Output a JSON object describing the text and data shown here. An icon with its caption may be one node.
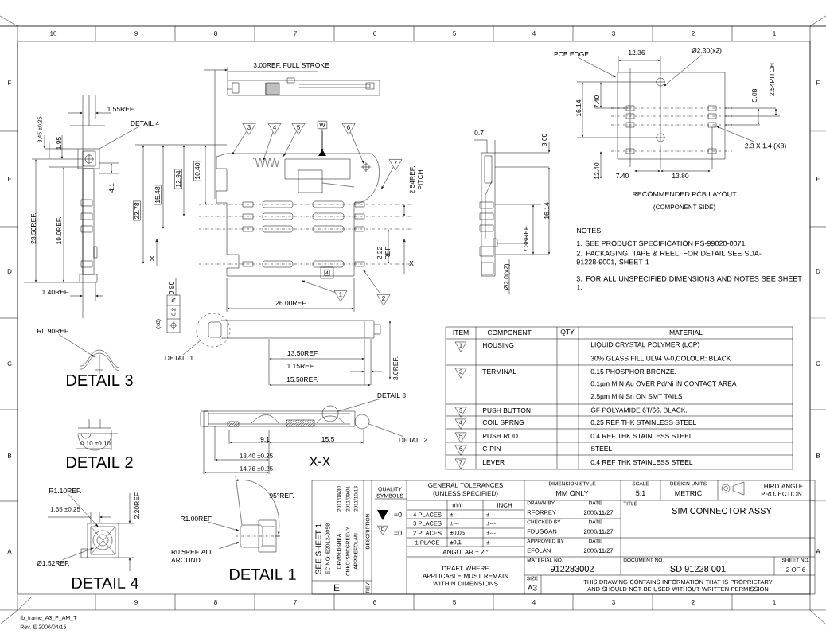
{
  "diagram": {
    "nodes": [
      {
        "text": [
          "3"
        ]
      },
      {
        "text": [
          "4"
        ]
      },
      {
        "text": [
          "5"
        ]
      },
      {
        "text": [
          "W"
        ]
      },
      {
        "text": [
          "6"
        ]
      },
      {
        "text": [
          "7"
        ]
      },
      {
        "text": [
          "1"
        ]
      },
      {
        "text": [
          "2"
        ]
      },
      {
        "text": [
          "DETAIL 4"
        ]
      },
      {
        "text": [
          "DETAIL 1"
        ]
      },
      {
        "text": [
          "DETAIL 3"
        ]
      },
      {
        "text": [
          "DETAIL 2"
        ]
      },
      {
        "text": [
          "PCB EDGE"
        ]
      },
      {
        "text": [
          "Ø2,30(x2)"
        ]
      },
      {
        "text": [
          "2.3 X 1.4 (X8)"
        ]
      },
      {
        "text": [
          "R0.90REF."
        ]
      },
      {
        "text": [
          "R1.10REF."
        ]
      },
      {
        "text": [
          "Ø1.52REF."
        ]
      },
      {
        "text": [
          "R1.00REF."
        ]
      },
      {
        "text": [
          "R0.5REF ALL AROUND"
        ]
      },
      {
        "text": [],
        "shape": "circle"
      },
      {
        "text": [],
        "shape": "circle"
      },
      {
        "text": [],
        "shape": "circle"
      },
      {
        "text": [],
        "shape": "picture"
      }
    ],
    "edges": [
      {
        "from": 0,
        "to": null,
        "arrow": "to"
      },
      {
        "from": 1,
        "to": null,
        "arrow": "to"
      },
      {
        "from": 2,
        "to": null,
        "arrow": "to"
      },
      {
        "from": 3,
        "to": null,
        "arrow": "to"
      },
      {
        "from": 4,
        "to": null,
        "arrow": "to"
      },
      {
        "from": 5,
        "to": null,
        "arrow": "to"
      },
      {
        "from": 6,
        "to": null,
        "arrow": "to"
      },
      {
        "from": 7,
        "to": null,
        "arrow": "to"
      },
      {
        "from": 8,
        "to": null,
        "arrow": "none"
      },
      {
        "from": 9,
        "to": 20,
        "arrow": "none"
      },
      {
        "from": 10,
        "to": 21,
        "arrow": "none"
      },
      {
        "from": 11,
        "to": 22,
        "arrow": "none"
      },
      {
        "from": 12,
        "to": null,
        "arrow": "to"
      },
      {
        "from": 13,
        "to": null,
        "arrow": "to"
      },
      {
        "from": 14,
        "to": null,
        "arrow": "to"
      },
      {
        "from": 15,
        "to": null,
        "arrow": "to"
      },
      {
        "from": 16,
        "to": null,
        "arrow": "to"
      },
      {
        "from": 17,
        "to": null,
        "arrow": "to"
      },
      {
        "from": 18,
        "to": 23,
        "arrow": "to"
      },
      {
        "from": 19,
        "to": 23,
        "arrow": "to"
      }
    ],
    "labels": [
      "10",
      "9",
      "8",
      "7",
      "6",
      "5",
      "4",
      "3",
      "2",
      "1",
      "F",
      "E",
      "D",
      "C",
      "B",
      "A",
      "F",
      "E",
      "D",
      "C",
      "B",
      "A",
      "3.00REF. FULL STROKE",
      "1.55REF.",
      "3.45 ±0.25",
      "1.95",
      "4.1",
      "23.50REF.",
      "19.0REF.",
      "1.40REF.",
      "22.78",
      "15.48",
      "12.94",
      "10.40",
      "2.54REF. PITCH",
      "4",
      "X",
      "X",
      "2.22 REF",
      "0.80",
      "(x8)",
      "0.2",
      "W",
      "26.00REF.",
      "13.50REF",
      "1.15REF.",
      "15.50REF.",
      "3.0REF.",
      "DETAIL 3",
      "0.10 ±0.10",
      "DETAIL 2",
      "9.1",
      "15.5",
      "X-X",
      "13.40 ±0.25",
      "14.76 ±0.25",
      "95°REF.",
      "1.65 ±0.25",
      "2.20REF.",
      "DETAIL 4",
      "DETAIL 1",
      "0.7",
      "3.00",
      "16.14",
      "7.38REF.",
      "Ø2.0(x2)",
      "12.36",
      "16.14",
      "7.40",
      "5.08",
      "2.54PITCH",
      "12.40",
      "7.40",
      "13.80",
      "RECOMMENDED PCB LAYOUT",
      "(COMPONENT SIDE)",
      "NOTES:",
      "1. SEE PRODUCT SPECIFICATION PS-99020-0071.",
      "2. PACKAGING: TAPE & REEL, FOR DETAIL SEE SDA-91228-9001, SHEET 1",
      "3. FOR ALL UNSPECIFIED DIMENSIONS AND NOTES SEE SHEET 1.",
      "ITEM",
      "COMPONENT",
      "QTY",
      "MATERIAL",
      "1",
      "HOUSING",
      "LIQUID CRYSTAL POLYMER (LCP)",
      "30% GLASS FILL,UL94 V-0,COLOUR: BLACK",
      "2",
      "TERMINAL",
      "0.15 PHOSPHOR BRONZE.",
      "0.1µm MIN Au OVER Pd/Ni IN CONTACT AREA",
      "2.5µm MIN Sn ON SMT TAILS",
      "3",
      "PUSH BUTTON",
      "GF POLYAMIDE 6T/66, BLACK.",
      "4",
      "COIL SPRNG",
      "0.25 REF THK STAINLESS STEEL",
      "5",
      "PUSH ROD",
      "0.4 REF THK STAINLESS STEEL",
      "6",
      "C-PIN",
      "STEEL",
      "7",
      "LEVER",
      "0.4 REF THK STAINLESS STEEL",
      "SEE SHEET 1",
      "EC NO: E2012-0058",
      "DRWN:DSHEA",
      "CHKD:SMCGREEVY",
      "APPR:EFOLAN",
      "2011/08/30",
      "2011/09/01",
      "2011/10/13",
      "DESCRIPTION",
      "E",
      "REV",
      "QUALITY SYMBOLS",
      "=0",
      "C",
      "=0",
      "GENERAL TOLERANCES",
      "(UNLESS SPECIFIED)",
      "mm",
      "INCH",
      "4 PLACES",
      "±---",
      "±---",
      "3 PLACES",
      "±---",
      "±---",
      "2 PLACES",
      "±0,05",
      "±---",
      "1 PLACE",
      "±0,1",
      "±---",
      "ANGULAR ± 2 °",
      "DRAFT WHERE APPLICABLE MUST REMAIN WITHIN DIMENSIONS",
      "DIMENSION STYLE",
      "MM ONLY",
      "SCALE",
      "5:1",
      "DESIGN UNITS",
      "METRIC",
      "THIRD ANGLE PROJECTION",
      "DRAWN BY",
      "DATE",
      "RFORREY",
      "2006/11/27",
      "CHECKED BY",
      "DATE",
      "FDUGGAN",
      "2006/11/27",
      "APPROVED BY",
      "DATE",
      "EFOLAN",
      "2006/11/27",
      "TITLE",
      "SIM CONNECTOR ASSY",
      "MATERIAL NO.",
      "912283002",
      "DOCUMENT NO.",
      "SD 91228 001",
      "SHEET NO.",
      "2 OF 6",
      "SIZE",
      "A3",
      "THIS DRAWING CONTAINS INFORMATION THAT IS PROPRIETARY AND SHOULD NOT BE USED WITHOUT WRITTEN PERMISSION",
      "fb_frame_A3_P_AM_T",
      "Rev. E 2006/04/15",
      "9",
      "8",
      "7",
      "6",
      "5",
      "4",
      "3",
      "2",
      "1"
    ]
  }
}
